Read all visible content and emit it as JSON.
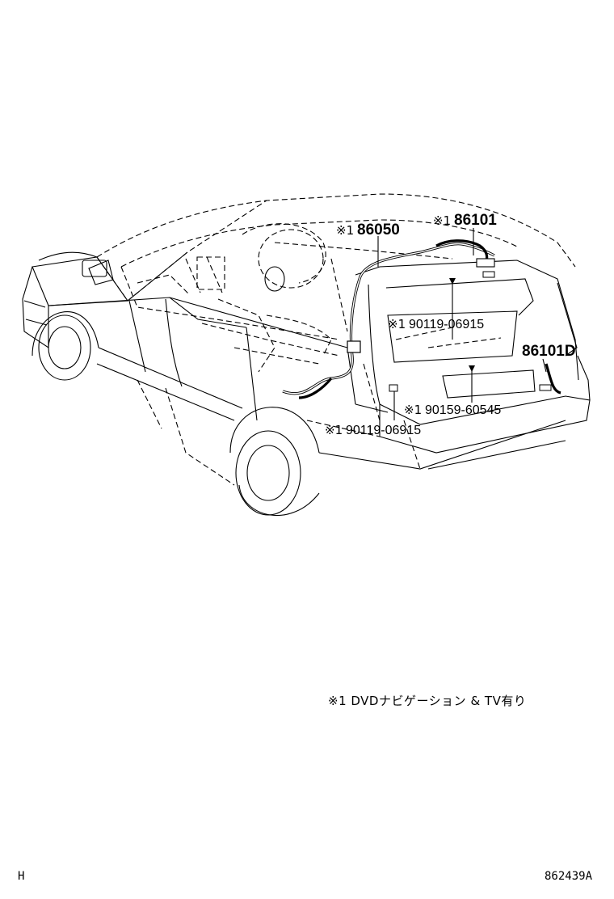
{
  "callouts": [
    {
      "prefix": "※1",
      "part": "86050"
    },
    {
      "prefix": "※1",
      "part": "86101"
    },
    {
      "prefix": "※1",
      "part": "90119-06915"
    },
    {
      "prefix": "",
      "part": "86101D"
    },
    {
      "prefix": "※1",
      "part": "90159-60545"
    },
    {
      "prefix": "※1",
      "part": "90119-06915"
    }
  ],
  "footnote": "※1 DVDナビゲーション & TV有り",
  "corner_left": "H",
  "corner_right": "862439A"
}
